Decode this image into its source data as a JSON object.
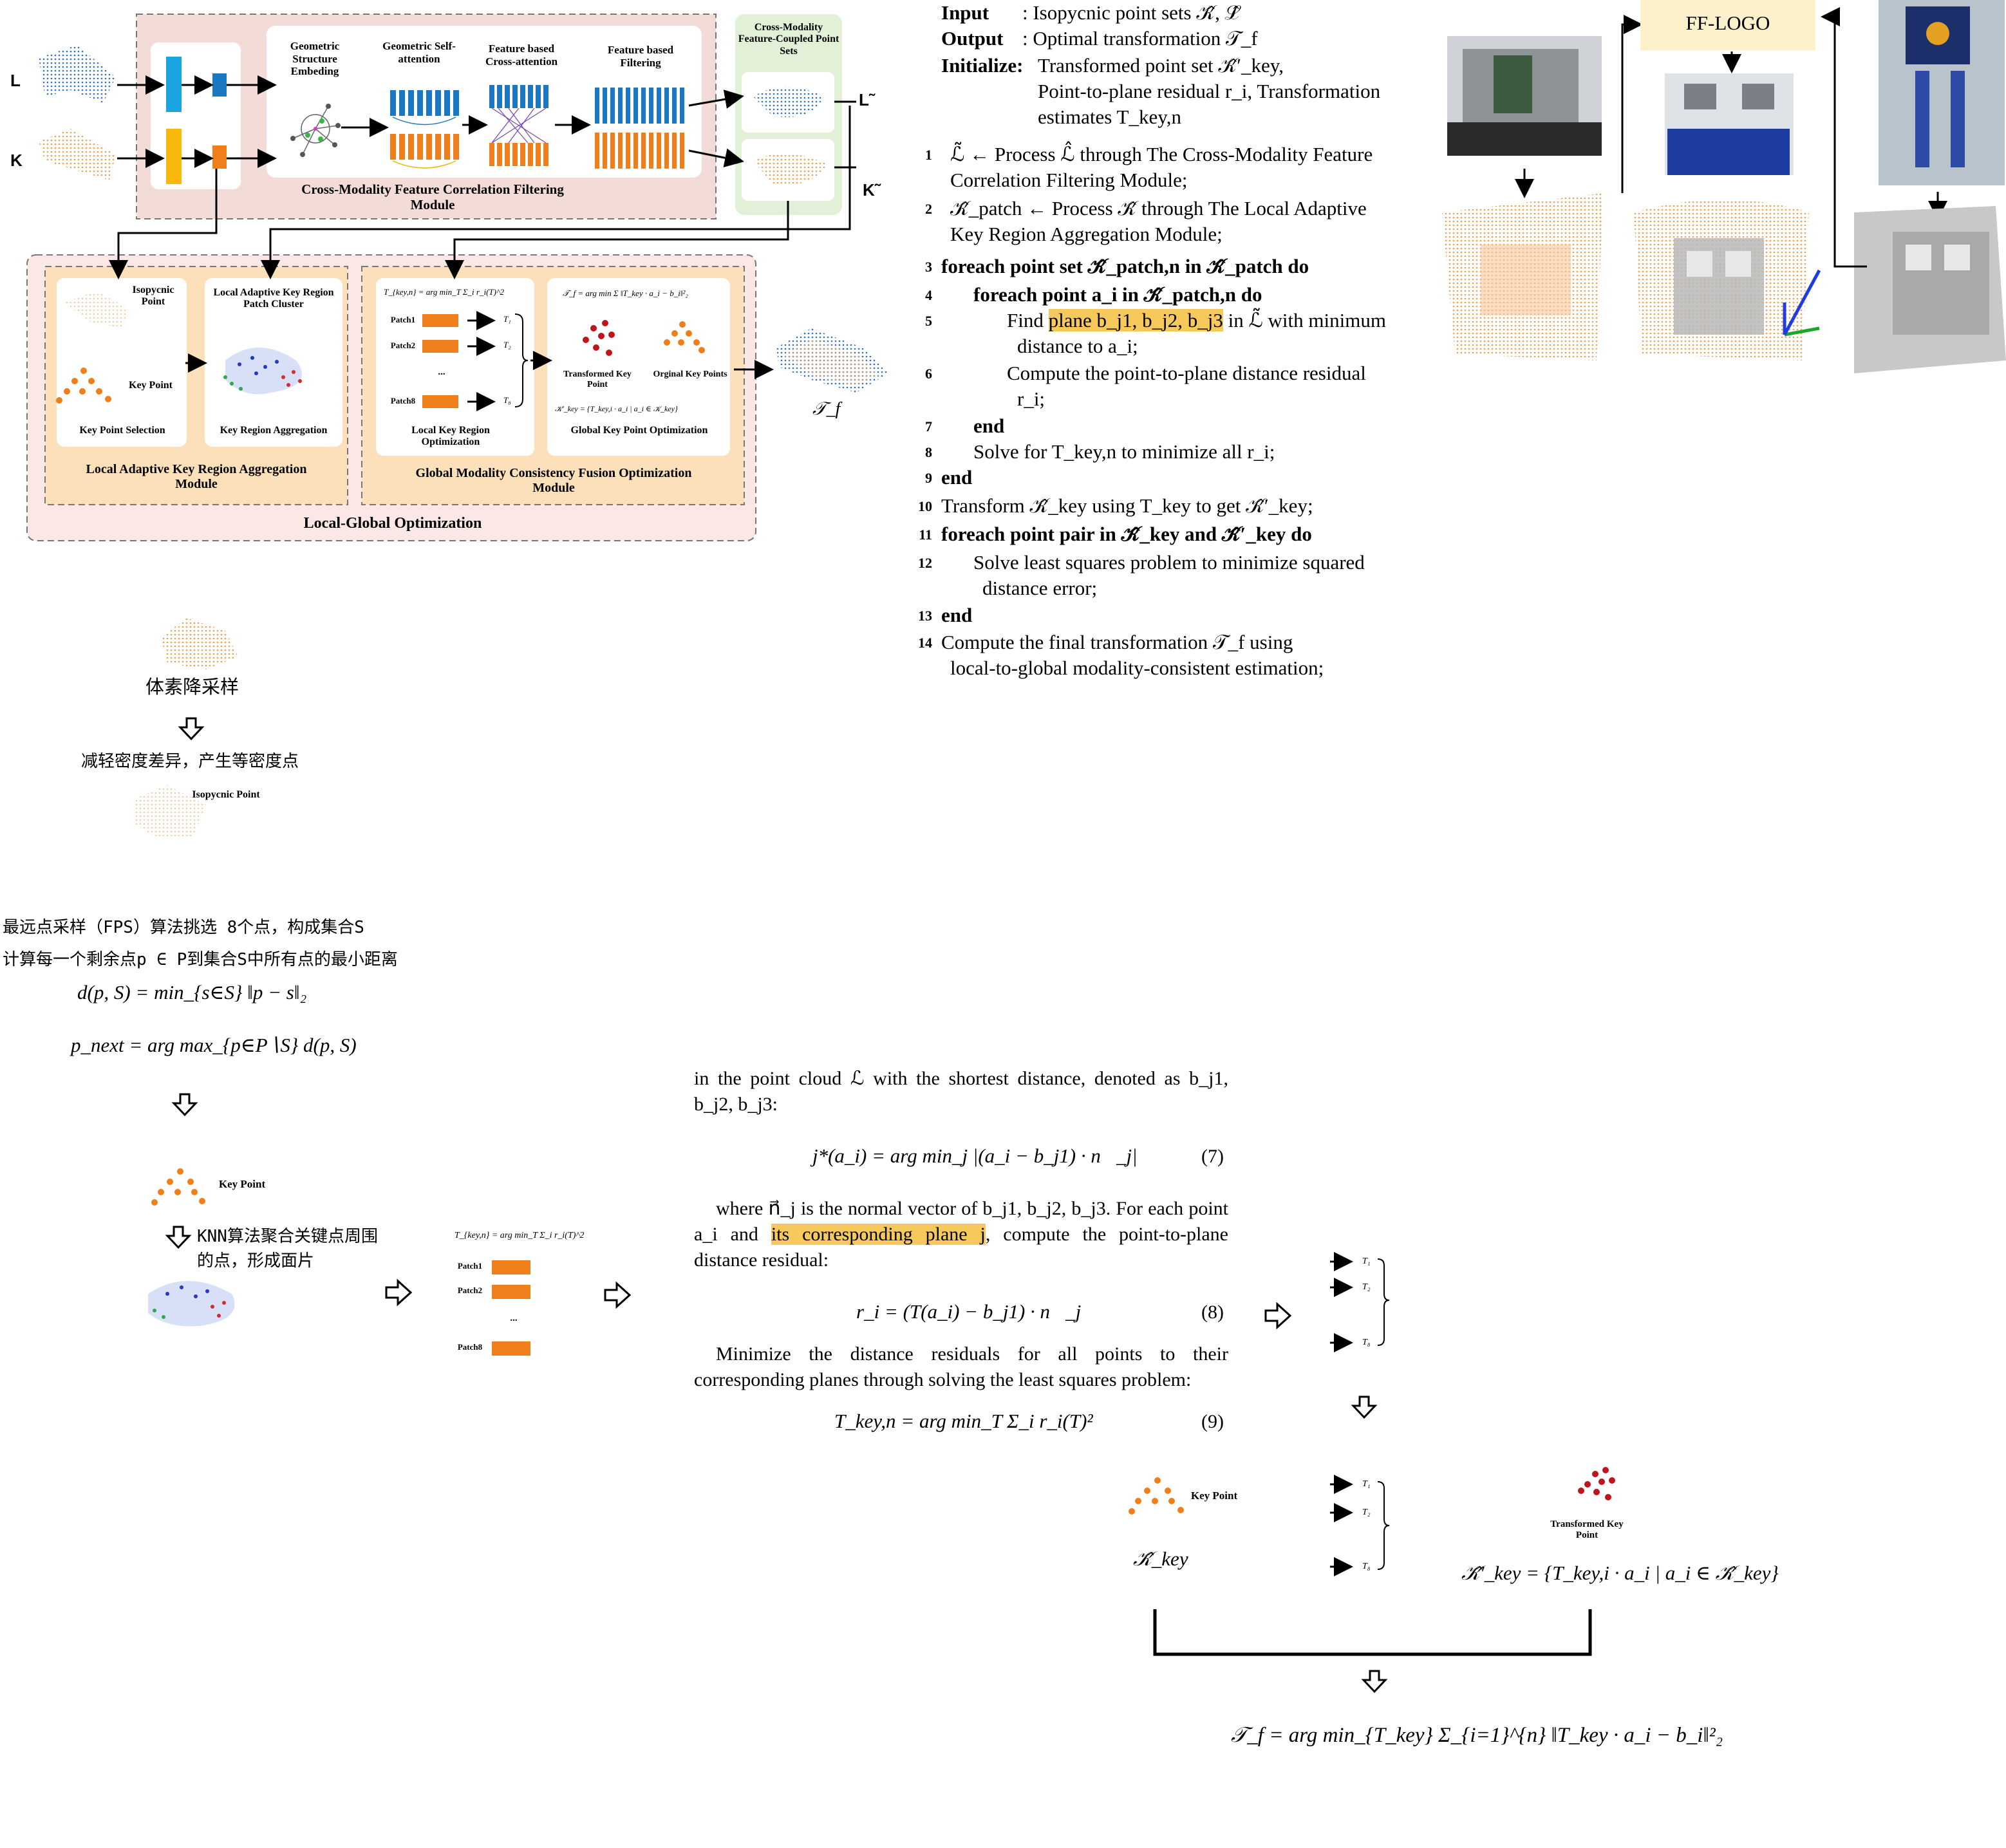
{
  "top_diagram": {
    "input_L": "L",
    "input_K": "K",
    "output_L": "L˜",
    "output_K": "K˜",
    "stage_geometric": "Geometric Structure Embeding",
    "stage_self_attention": "Geometric Self-attention",
    "stage_cross_attention": "Feature based Cross-attention",
    "stage_filtering": "Feature based Filtering",
    "cross_modality_module": "Cross-Modality Feature Correlation Filtering Module",
    "coupled_point_sets": "Cross-Modality Feature-Coupled Point Sets",
    "isopycnic_point": "Isopycnic Point",
    "key_point": "Key Point",
    "key_point_selection": "Key Point Selection",
    "patch_cluster": "Local Adaptive Key Region Patch Cluster",
    "key_region_aggregation": "Key Region Aggregation",
    "local_adaptive_module": "Local Adaptive Key Region Aggregation Module",
    "local_eq": "T_{key,n} = arg min_T Σ_i r_i(T)^2",
    "patches": [
      "Patch1",
      "Patch2",
      "...",
      "Patch8"
    ],
    "t_labels": [
      "T₁",
      "T₂",
      "T₈"
    ],
    "local_opt": "Local Key Region Optimization",
    "global_eq": "𝒯_f = arg min Σ ‖T_key · a_i − b_i‖²₂",
    "transformed_key_point": "Transformed Key Point",
    "original_key_points": "Orginal Key Points",
    "key_set_eq": "𝒦′_key = {T_key,i · a_i | a_i ∈ 𝒦_key}",
    "global_opt": "Global Key Point Optimization",
    "global_module": "Global Modality Consistency Fusion Optimization Module",
    "local_global": "Local-Global Optimization",
    "final_T": "𝒯_f"
  },
  "algorithm": {
    "input_label": "Input",
    "input_text": ": Isopycnic point sets 𝒦̂, ℒ̂",
    "output_label": "Output",
    "output_text": ": Optimal transformation 𝒯_f",
    "init_label": "Initialize:",
    "init_text1": "Transformed point set 𝒦̂′_key,",
    "init_text2": "Point-to-plane residual r_i, Transformation",
    "init_text3": "estimates T_key,n",
    "lines": [
      {
        "n": "1",
        "text": "ℒ̃ ← Process ℒ̂ through The Cross-Modality Feature"
      },
      {
        "n": "",
        "text": "Correlation Filtering Module;"
      },
      {
        "n": "2",
        "text": "𝒦̂_patch ← Process 𝒦̂ through The Local Adaptive"
      },
      {
        "n": "",
        "text": "Key Region Aggregation Module;"
      },
      {
        "n": "3",
        "text": "foreach point set 𝒦̂_patch,n in 𝒦̂_patch do"
      },
      {
        "n": "4",
        "text": "foreach point a_i in 𝒦̂_patch,n do"
      },
      {
        "n": "5",
        "text": "Find plane b_j1, b_j2, b_j3 in ℒ̃ with minimum"
      },
      {
        "n": "",
        "text": "distance to a_i;"
      },
      {
        "n": "6",
        "text": "Compute the point-to-plane distance residual"
      },
      {
        "n": "",
        "text": "r_i;"
      },
      {
        "n": "7",
        "text": "end"
      },
      {
        "n": "8",
        "text": "Solve for T_key,n to minimize all r_i;"
      },
      {
        "n": "9",
        "text": "end"
      },
      {
        "n": "10",
        "text": "Transform 𝒦̂_key using T_key to get 𝒦̂′_key;"
      },
      {
        "n": "11",
        "text": "foreach point pair in 𝒦̂_key and 𝒦̂′_key do"
      },
      {
        "n": "12",
        "text": "Solve least squares problem to minimize squared"
      },
      {
        "n": "",
        "text": "distance error;"
      },
      {
        "n": "13",
        "text": "end"
      },
      {
        "n": "14",
        "text": "Compute the final transformation 𝒯_f using"
      },
      {
        "n": "",
        "text": "local-to-global modality-consistent estimation;"
      }
    ],
    "highlight": "plane b_j1, b_j2, b_j3"
  },
  "photos": {
    "ff_logo": "FF-LOGO"
  },
  "left_flow": {
    "voxel": "体素降采样",
    "reduce": "减轻密度差异，产生等密度点",
    "isopycnic": "Isopycnic Point",
    "fps": "最远点采样（FPS）算法挑选 8个点，构成集合S",
    "dist": "计算每一个剩余点p ∈ P到集合S中所有点的最小距离",
    "eq1": "d(p, S) = min_{s∈S} ‖p − s‖₂",
    "eq2": "p_next = arg max_{p∈P∖S} d(p, S)",
    "key_point": "Key Point",
    "knn": "KNN算法聚合关键点周围的点，形成面片",
    "patch_eq": "T_{key,n} = arg min_T Σ_i r_i(T)^2",
    "patches": [
      "Patch1",
      "Patch2",
      "...",
      "Patch8"
    ]
  },
  "paper_text": {
    "p1": "in the point cloud ℒ with the shortest distance, denoted as b_j1, b_j2, b_j3:",
    "eq7": "j*(a_i) = arg min_j |(a_i − b_j1) · n⃗_j|",
    "eq7_num": "(7)",
    "p2a": "where n⃗_j is the normal vector of b_j1, b_j2, b_j3. For each point a_i and",
    "p2_hl": "its corresponding plane j",
    "p2b": ", compute the point-to-plane distance residual:",
    "eq8": "r_i = (T(a_i) − b_j1) · n⃗_j",
    "eq8_num": "(8)",
    "p3": "Minimize the distance residuals for all points to their corresponding planes through solving the least squares problem:",
    "eq9": "T_key,n = arg min_T Σ_i r_i(T)²",
    "eq9_num": "(9)"
  },
  "bottom_right": {
    "t_labels": [
      "T₁",
      "T₂",
      "T₈"
    ],
    "key_point": "Key Point",
    "k_key": "𝒦̂_key",
    "transformed": "Transformed Key Point",
    "k_prime_eq": "𝒦̂′_key = {T_key,i · a_i | a_i ∈ 𝒦̂_key}",
    "final_eq": "𝒯_f = arg min_{T_key} Σ_{i=1}^{n} ‖T_key · a_i − b_i‖²₂"
  },
  "colors": {
    "blue": "#1f77c4",
    "orange": "#f08a24",
    "pink_bg": "#f3dcd8",
    "peach_bg": "#fbe3c6",
    "green_bg": "#e1f0d6",
    "highlight": "#f6c95c"
  }
}
